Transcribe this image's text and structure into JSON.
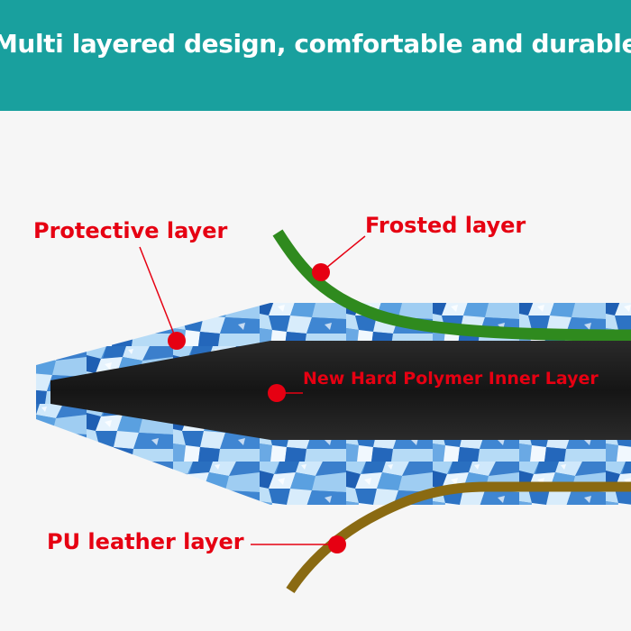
{
  "banner": {
    "title": "Multi layered design, comfortable and durable",
    "background": "#19a09e",
    "text_color": "#ffffff"
  },
  "labels": {
    "protective": "Protective layer",
    "frosted": "Frosted layer",
    "inner": "New Hard Polymer Inner Layer",
    "pu": "PU leather layer"
  },
  "colors": {
    "label_text": "#e60012",
    "marker": "#e60012",
    "leader_line": "#e60012",
    "frosted_layer": "#2f8a1e",
    "pu_leather_layer": "#8a6a12",
    "inner_layer": "#1a1a1a",
    "protective_layer": "#3a86d0"
  }
}
